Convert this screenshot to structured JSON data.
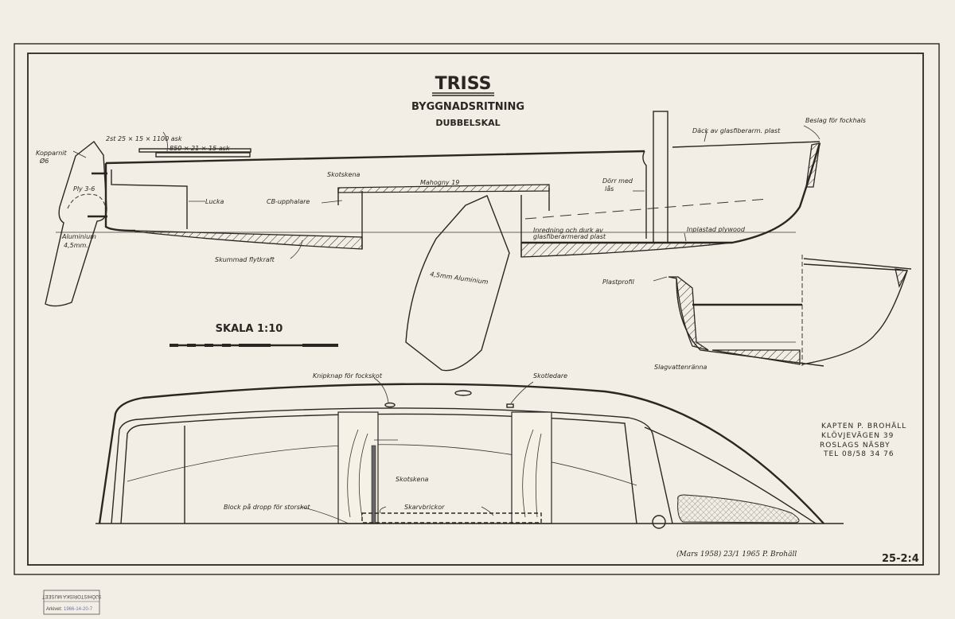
{
  "title": {
    "name": "TRISS",
    "subtitle": "BYGGNADSRITNING",
    "subtitle2": "DUBBELSKAL"
  },
  "scale_label": "SKALA 1:10",
  "side_view_labels": {
    "kopparnit": "Kopparnit",
    "kopparnit_dim": "Ø6",
    "rail1": "2st 25 × 15 × 1100 ask",
    "rail2": "850 × 21 × 15 ask",
    "ply": "Ply 3-6",
    "rudder_material": "Aluminium",
    "rudder_thickness": "4,5mm.",
    "lucka": "Lucka",
    "cb_upphalare": "CB-upphalare",
    "skotskena": "Skotskena",
    "mahogny": "Mahogny 19",
    "skummad": "Skummad flytkraft",
    "centerboard": "4,5mm Aluminium",
    "dorr1": "Dörr med",
    "dorr2": "lås",
    "inredning1": "Inredning och durk av",
    "inredning2": "glasfiberarmerad plast",
    "inplastad": "Inplastad plywood",
    "deck": "Däck av glasfiberarm. plast",
    "beslag": "Beslag för fockhals"
  },
  "section_labels": {
    "plastprofil": "Plastprofil",
    "slagvattenranna": "Slagvattenränna"
  },
  "plan_view_labels": {
    "knipknap": "Knipknap för fockskot",
    "skotledare": "Skotledare",
    "skotskena": "Skotskena",
    "skarvbrickor": "Skarvbrickor",
    "block": "Block på dropp för storskot"
  },
  "designer": {
    "line1": "KAPTEN P. BROHÄLL",
    "line2": "KLÖVJEVÄGEN 39",
    "line3": "ROSLAGS NÄSBY",
    "line4": "TEL 08/58 34 76"
  },
  "signature": {
    "date": "(Mars 1958) 23/1 1965",
    "name": "P. Brohäll"
  },
  "drawing_number": "25-2:4",
  "stamp": {
    "museum": "SJÖHISTORISKA MUSEET",
    "archive_label": "Arkivet:",
    "archive_number": "1966-14-20-7"
  }
}
